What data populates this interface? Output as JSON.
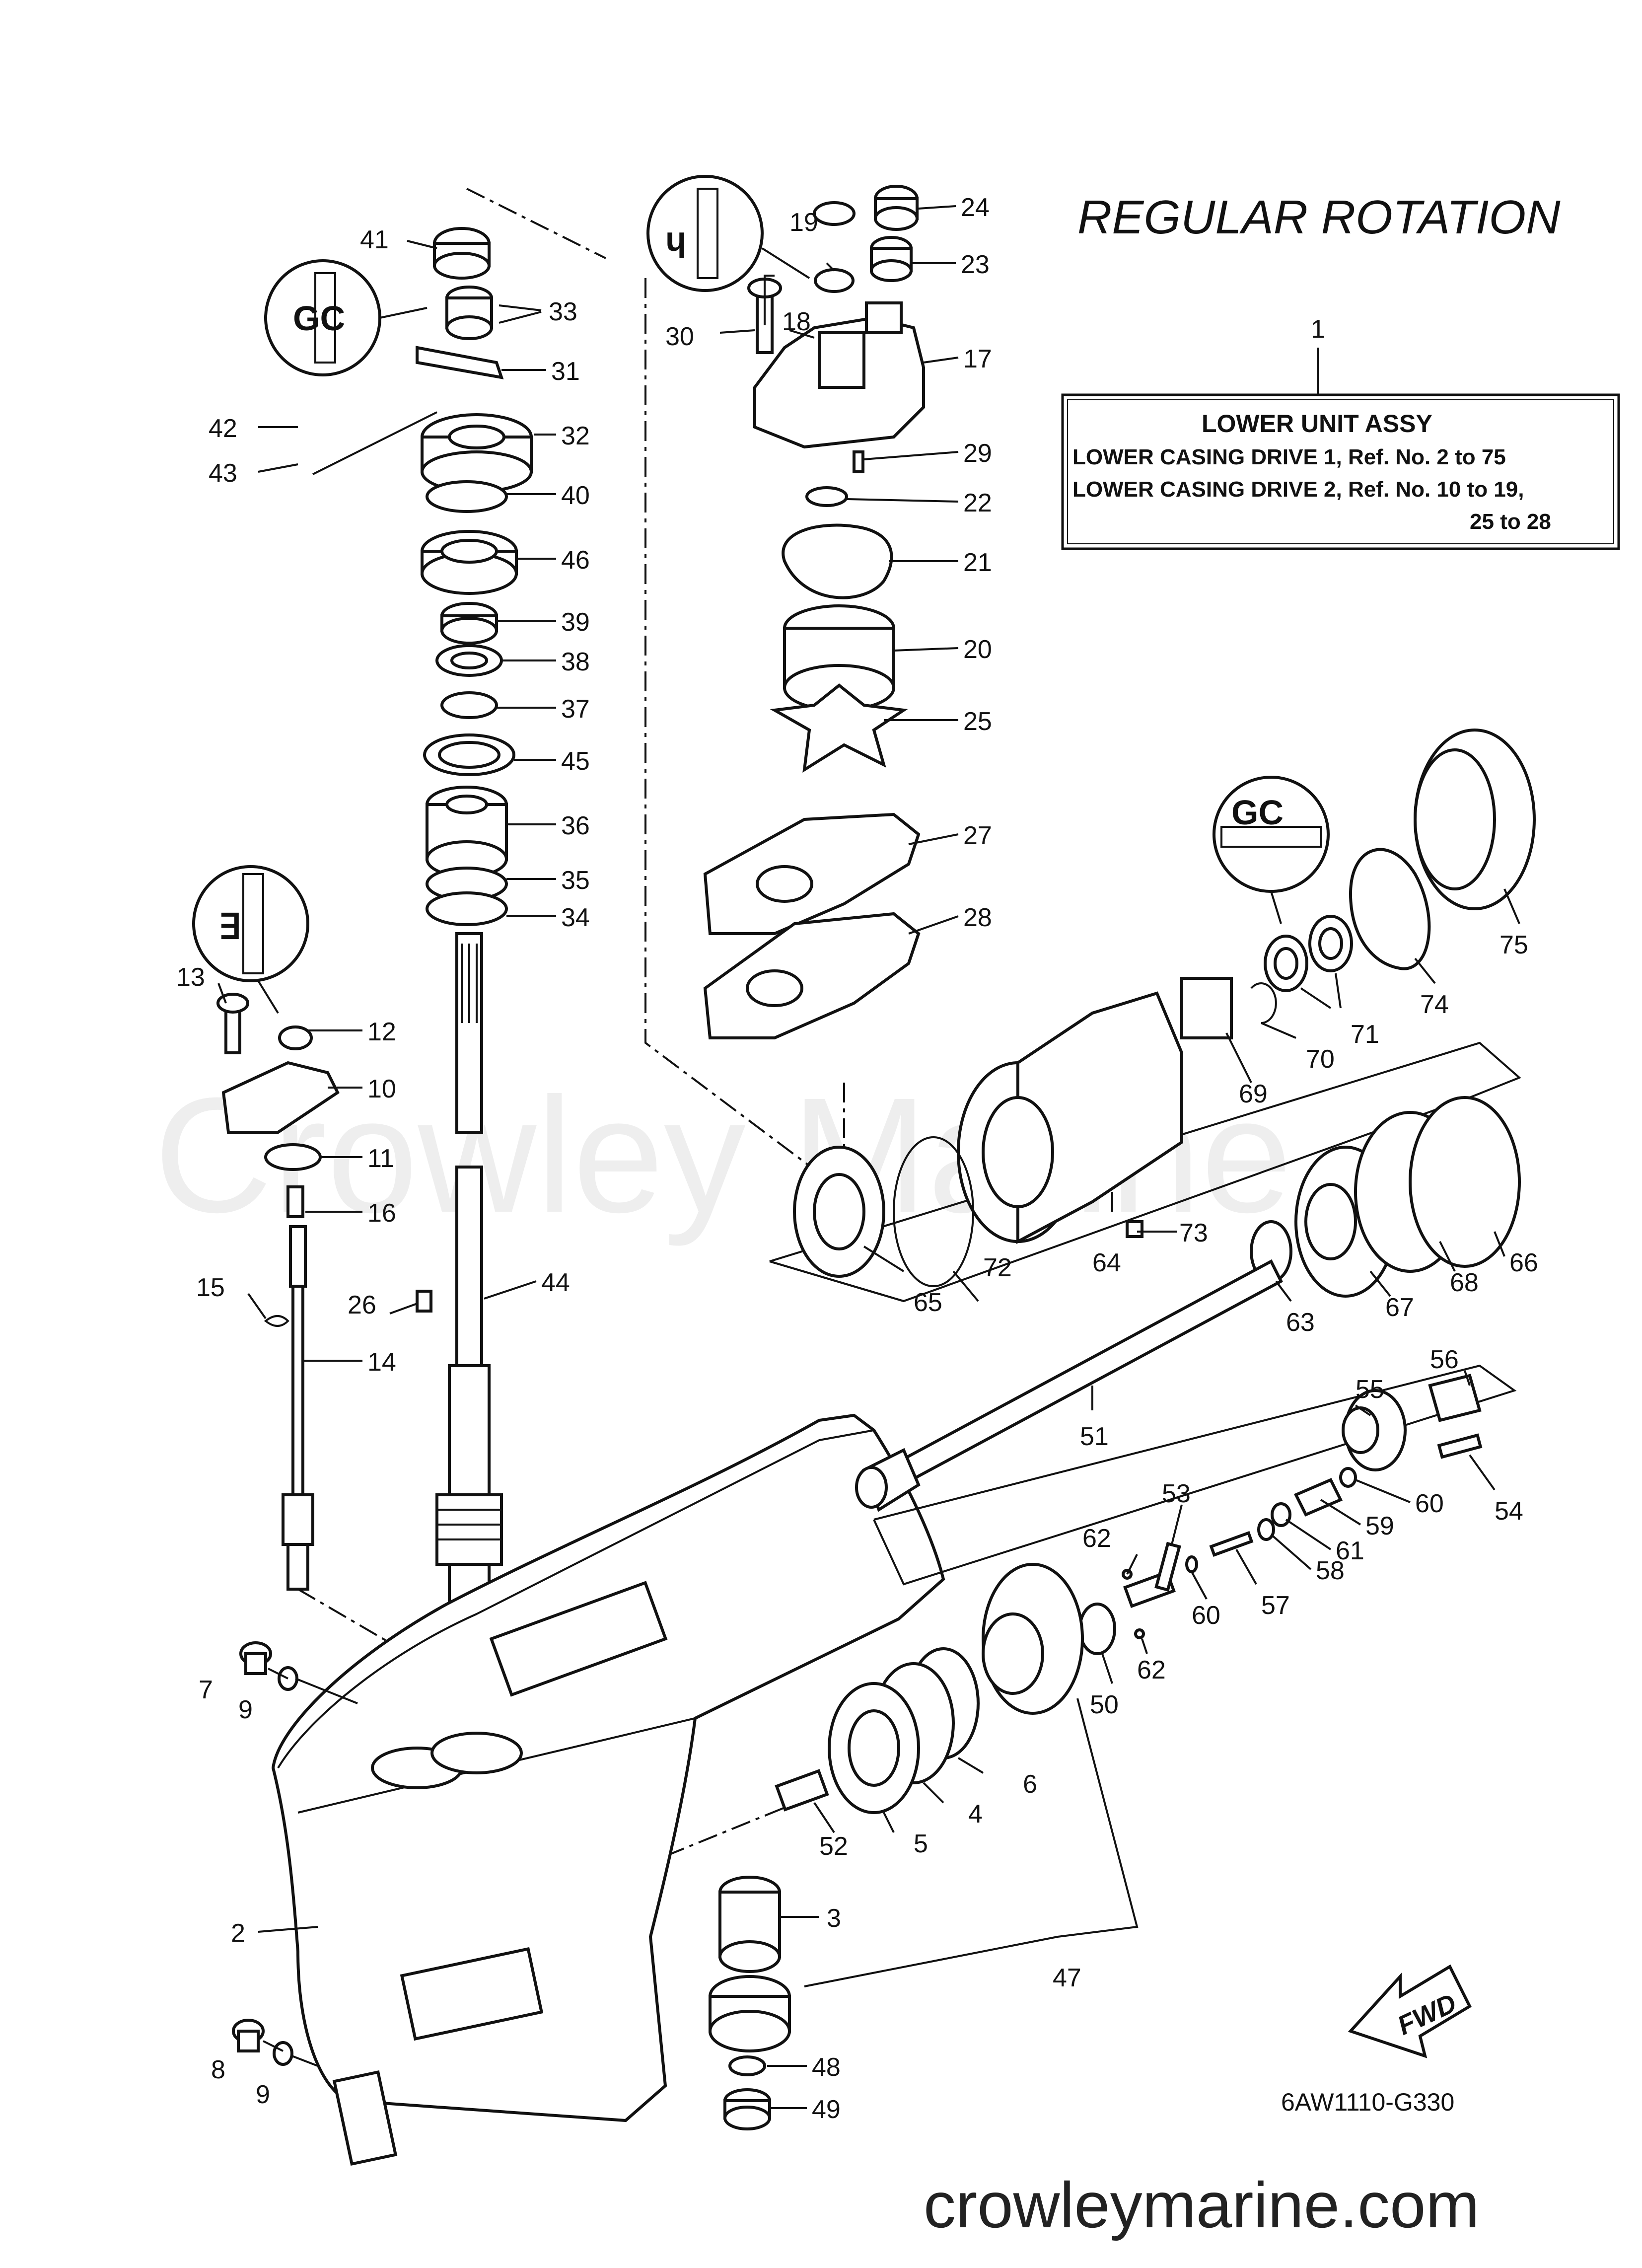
{
  "title": "REGULAR ROTATION",
  "assembly_box": {
    "ref": "1",
    "heading": "LOWER UNIT ASSY",
    "line1": "LOWER CASING DRIVE 1,  Ref.  No.  2  to  75",
    "line2": "LOWER CASING DRIVE 2,  Ref.  No. 10  to  19,",
    "line3": "25  to  28"
  },
  "diagram_code": "6AW1110-G330",
  "fwd_label": "FWD",
  "watermark": "Crowley Marine",
  "site": "crowleymarine.com",
  "callouts": {
    "n2": "2",
    "n3": "3",
    "n4": "4",
    "n5": "5",
    "n6": "6",
    "n7": "7",
    "n8": "8",
    "n9a": "9",
    "n9b": "9",
    "n10": "10",
    "n11": "11",
    "n12": "12",
    "n13": "13",
    "n14": "14",
    "n15": "15",
    "n16": "16",
    "n17": "17",
    "n18": "18",
    "n19": "19",
    "n20": "20",
    "n21": "21",
    "n22": "22",
    "n23": "23",
    "n24": "24",
    "n25": "25",
    "n26": "26",
    "n27": "27",
    "n28": "28",
    "n29": "29",
    "n30": "30",
    "n31": "31",
    "n32": "32",
    "n33": "33",
    "n34": "34",
    "n35": "35",
    "n36": "36",
    "n37": "37",
    "n38": "38",
    "n39": "39",
    "n40": "40",
    "n41": "41",
    "n42": "42",
    "n43": "43",
    "n44": "44",
    "n45": "45",
    "n46": "46",
    "n47": "47",
    "n48": "48",
    "n49": "49",
    "n50": "50",
    "n51": "51",
    "n52": "52",
    "n53": "53",
    "n54": "54",
    "n55": "55",
    "n56": "56",
    "n57": "57",
    "n58": "58",
    "n59": "59",
    "n60a": "60",
    "n60b": "60",
    "n61": "61",
    "n62a": "62",
    "n62b": "62",
    "n63": "63",
    "n64": "64",
    "n65": "65",
    "n66": "66",
    "n67": "67",
    "n68": "68",
    "n69": "69",
    "n70": "70",
    "n71": "71",
    "n72": "72",
    "n73": "73",
    "n74": "74",
    "n75": "75"
  }
}
